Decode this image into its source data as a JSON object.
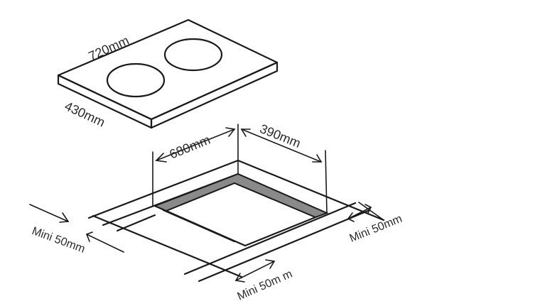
{
  "diagram": {
    "type": "installation-dimension-diagram",
    "subject": "two-zone cooktop and countertop cutout",
    "cooktop": {
      "width_label": "720mm",
      "depth_label": "430mm",
      "burner_count": 2
    },
    "cutout": {
      "width_label": "680mm",
      "depth_label": "390mm",
      "cutout_color": "#8a8a8a"
    },
    "clearances": {
      "left_label": "Mini 50mm",
      "front_label": "Mini 50m m",
      "right_label": "Mini 50mm"
    },
    "colors": {
      "line": "#1a1a1a",
      "text": "#2a2a2a",
      "background": "#ffffff",
      "cutout_shading": "#8a8a8a"
    }
  }
}
